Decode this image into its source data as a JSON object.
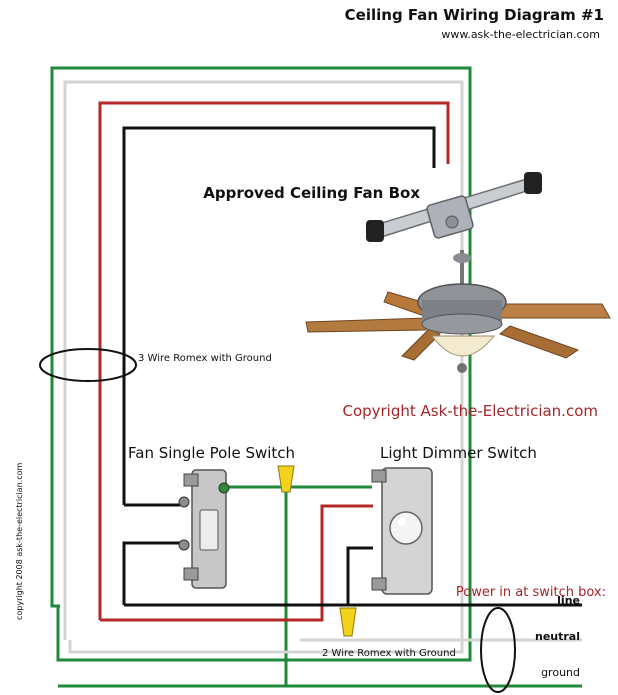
{
  "title": "Ceiling Fan Wiring Diagram #1",
  "website": "www.ask-the-electrician.com",
  "ceiling_box_label": "Approved Ceiling Fan Box",
  "romex_3wire_label": "3 Wire Romex with Ground",
  "copyright_label": "Copyright Ask-the-Electrician.com",
  "fan_switch_label": "Fan Single Pole Switch",
  "dimmer_switch_label": "Light Dimmer Switch",
  "power_label": "Power in at switch box:",
  "line_label": "line",
  "neutral_label": "neutral",
  "ground_label": "ground",
  "romex_2wire_label": "2 Wire Romex with Ground",
  "side_copyright": "copyright 2008 ask-the-electrician.com",
  "colors": {
    "hot_black": "#111111",
    "switched_red": "#b42828",
    "neutral_white": "#cfcfcf",
    "ground_green": "#1f8a3a",
    "wire_nut_yellow": "#f2d21b",
    "copyright_red": "#a3262a"
  }
}
